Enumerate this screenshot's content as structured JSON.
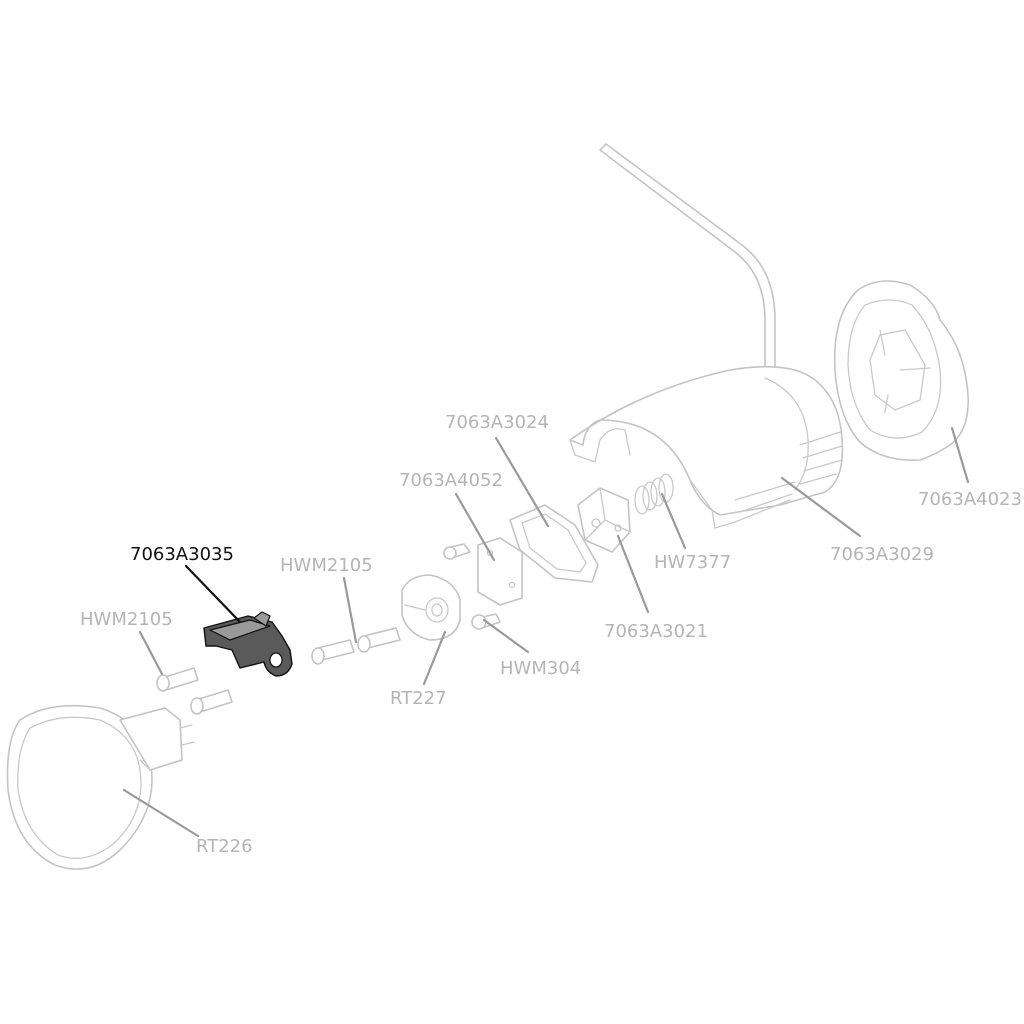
{
  "colors": {
    "label_default": "#b5b5b5",
    "label_highlight": "#111111",
    "leader_default": "#9a9a9a",
    "leader_highlight": "#111111"
  },
  "labels": {
    "l_7063A3035": "7063A3035",
    "l_hwm2105_left": "HWM2105",
    "l_hwm2105_mid": "HWM2105",
    "l_7063A4052": "7063A4052",
    "l_7063A3024": "7063A3024",
    "l_7063A3021": "7063A3021",
    "l_hw7377": "HW7377",
    "l_7063A3029": "7063A3029",
    "l_7063A4023": "7063A4023",
    "l_hwm304": "HWM304",
    "l_rt227": "RT227",
    "l_rt226": "RT226"
  },
  "highlighted": "l_7063A3035"
}
